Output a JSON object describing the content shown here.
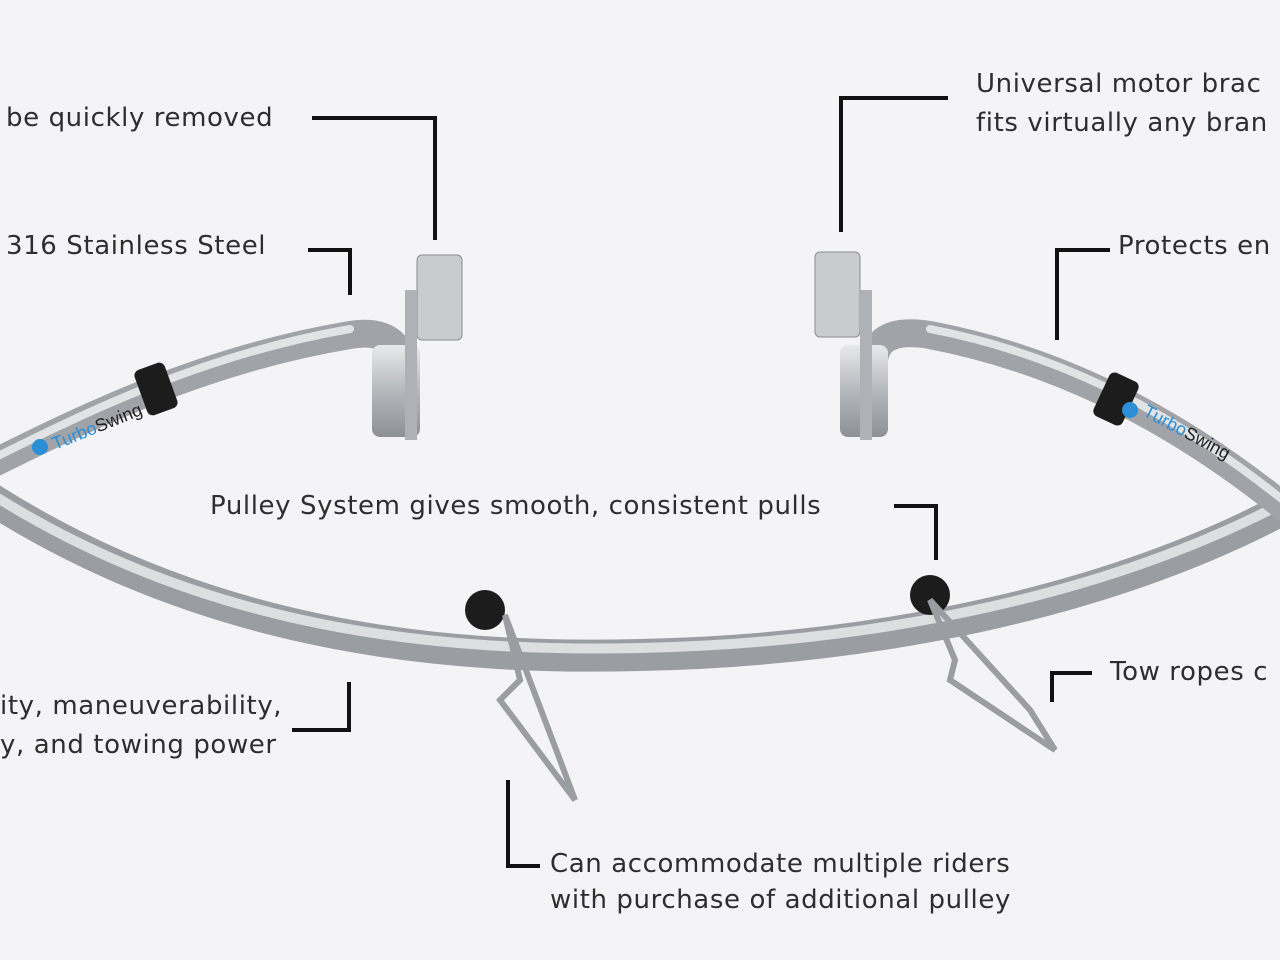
{
  "labels": {
    "removable": "be quickly removed",
    "steel": "316 Stainless Steel",
    "bracket_line1": "Universal motor brac",
    "bracket_line2": "fits virtually any bran",
    "protects": "Protects en",
    "pulley": "Pulley System gives smooth, consistent pulls",
    "maneuver_line1": "ity, maneuverability,",
    "maneuver_line2": "y, and towing power",
    "tow_ropes": "Tow ropes c",
    "riders_line1": "Can accommodate multiple riders",
    "riders_line2": "with purchase of additional pulley"
  },
  "logo": {
    "brand": "TurboSwing",
    "accent": "#2a8fd6"
  },
  "colors": {
    "background": "#f4f4f6",
    "text": "#2e2e2e",
    "leader": "#111111",
    "steel": "#b9bcc0"
  }
}
